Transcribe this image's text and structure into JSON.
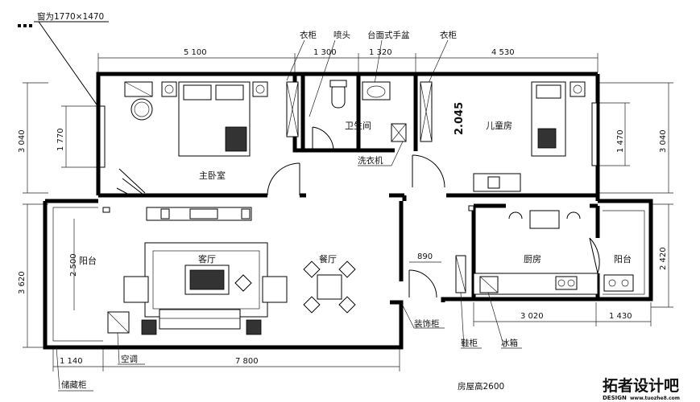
{
  "window_note": "窗为1770×1470",
  "rooms": {
    "master_bedroom": "主卧室",
    "bathroom": "卫生间",
    "kids_room": "儿童房",
    "living_room": "客厅",
    "dining_room": "餐厅",
    "kitchen": "厨房",
    "balcony_left": "阳台",
    "balcony_right": "阳台"
  },
  "labels": {
    "wardrobe_left": "衣柜",
    "shower": "喷头",
    "basin": "台面式手盆",
    "wardrobe_right": "衣柜",
    "washer": "洗衣机",
    "decor_cabinet": "装饰柜",
    "shoe_cabinet": "鞋柜",
    "fridge": "冰箱",
    "air_con": "空调",
    "storage": "储藏柜",
    "wall_height": "房屋高2600"
  },
  "dimensions": {
    "top_1": "5 100",
    "top_2": "1 300",
    "top_3": "1 320",
    "top_4": "4 530",
    "left_outer_top": "3 040",
    "left_inner_top": "1 770",
    "left_outer_bottom": "3 620",
    "left_inner_bottom": "2 500",
    "right_kids_window": "1 470",
    "right_outer_top": "3 040",
    "right_outer_bottom": "2 420",
    "door_890": "890",
    "bottom_1": "1 140",
    "bottom_2": "7 800",
    "bottom_3": "3 020",
    "bottom_4": "1 430",
    "bath_2045": "2.045"
  },
  "watermark": {
    "brand": "拓者设计吧",
    "prefix": "DESIGN",
    "url": "www.tuozhe8.com"
  }
}
